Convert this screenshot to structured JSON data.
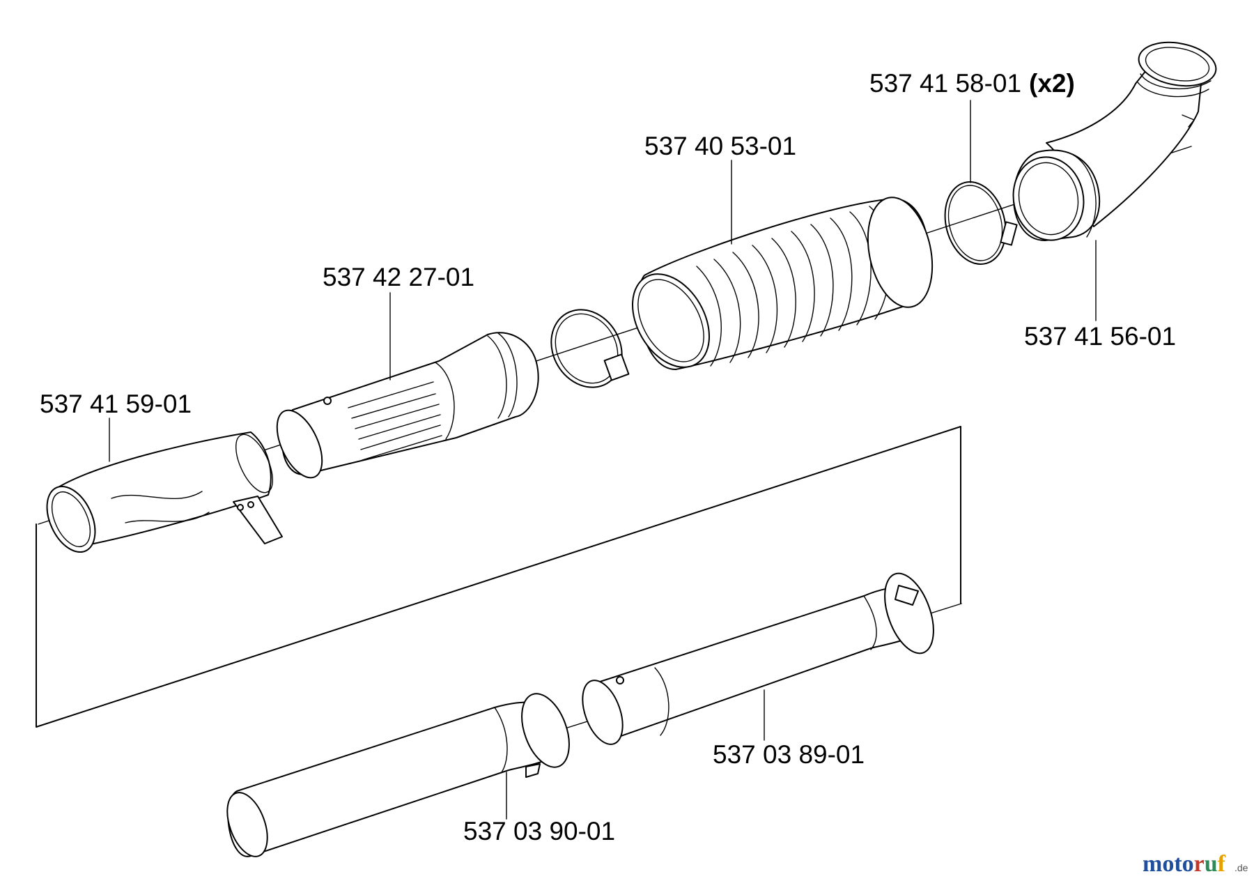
{
  "labels": {
    "elbow_clamp": "537 41 58-01",
    "elbow_clamp_qty": "(x2)",
    "bellows": "537 40 53-01",
    "coupling": "537 41 56-01",
    "grip_tube": "537 42 27-01",
    "sock": "537 41 59-01",
    "tube_upper": "537 03 89-01",
    "tube_lower": "537 03 90-01"
  },
  "watermark": {
    "brand_a": "moto",
    "brand_b": "r",
    "brand_c": "u",
    "brand_d": "f",
    "tld": ".de",
    "colors": [
      "#1f4e9c",
      "#c0392b",
      "#2e8b57",
      "#e6a100"
    ]
  }
}
